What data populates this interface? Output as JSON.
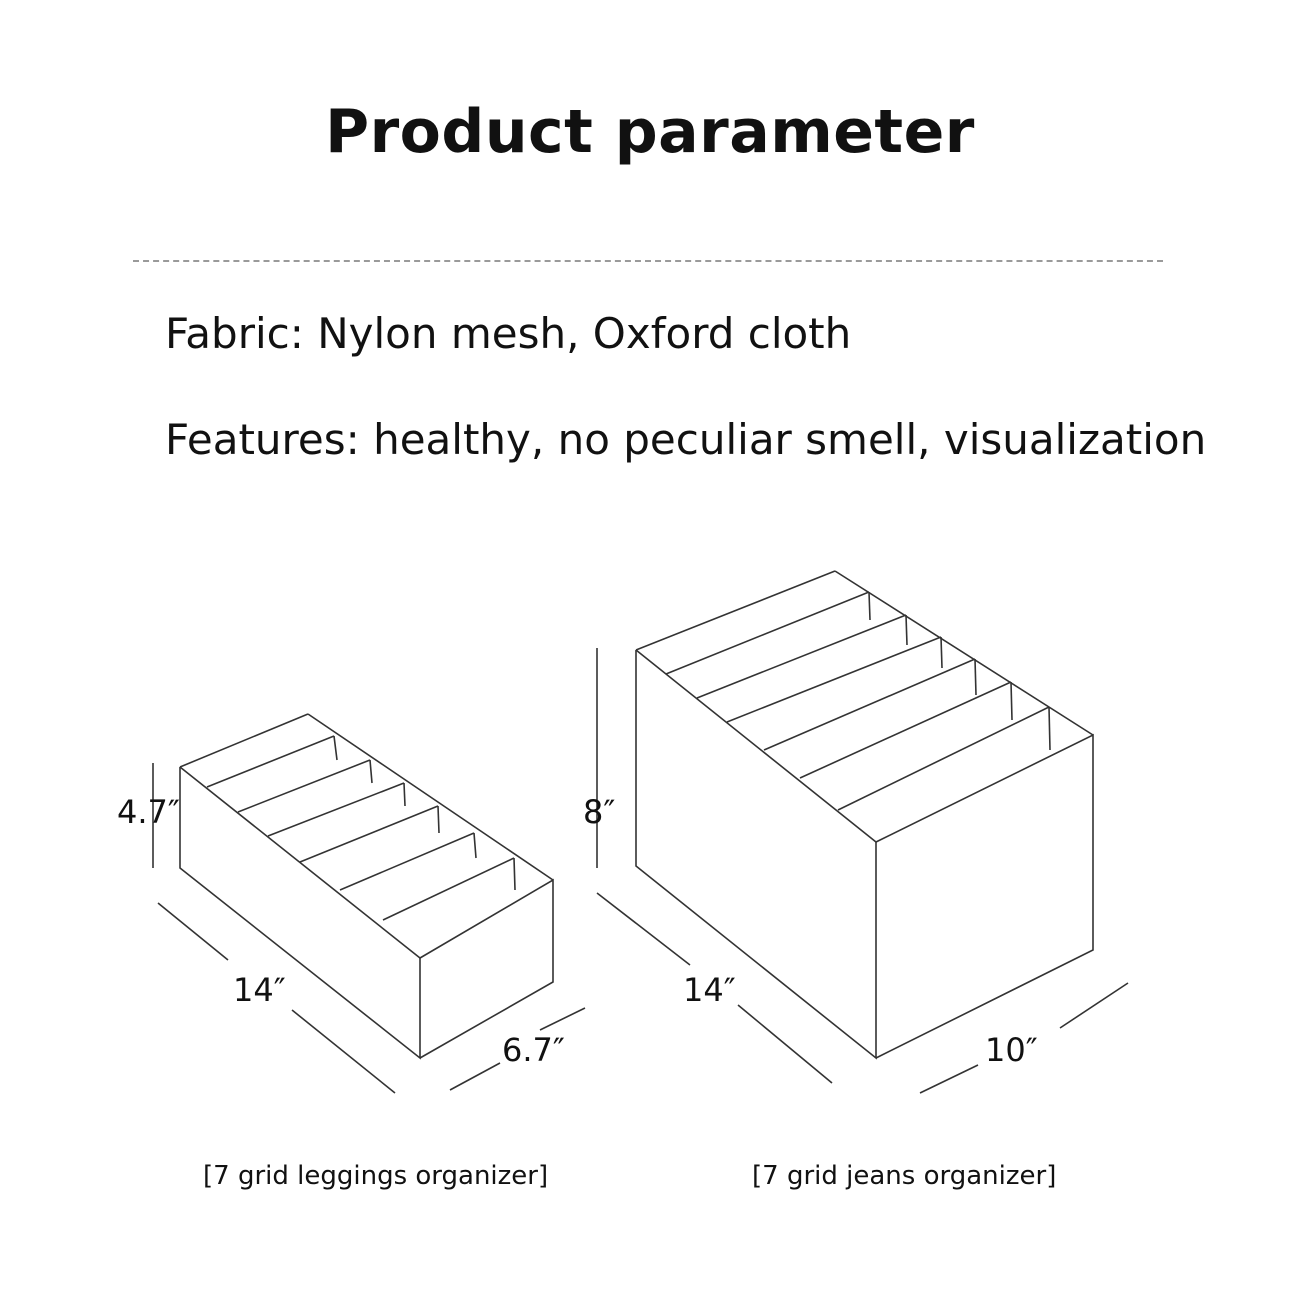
{
  "header": {
    "title": "Product parameter"
  },
  "specs": {
    "fabric": "Fabric: Nylon mesh, Oxford cloth",
    "features": "Features: healthy, no peculiar smell, visualization"
  },
  "products": [
    {
      "height": "4.7″",
      "length": "14″",
      "width": "6.7″",
      "caption": "[7 grid leggings organizer]"
    },
    {
      "height": "8″",
      "length": "14″",
      "width": "10″",
      "caption": "[7 grid jeans organizer]"
    }
  ],
  "colors": {
    "line": "#333333",
    "divider": "#9a9a9a",
    "text": "#111111"
  }
}
